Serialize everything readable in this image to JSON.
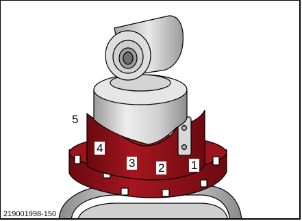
{
  "figure": {
    "labels": {
      "l1": "1",
      "l2": "2",
      "l3": "3",
      "l4": "4",
      "l5": "5"
    },
    "code": "219001998-150",
    "colors": {
      "adjuster_red": "#8c1118",
      "adjuster_red_dark": "#5a070c",
      "body_gray": "#d9d9d9",
      "outline": "#000000"
    }
  }
}
